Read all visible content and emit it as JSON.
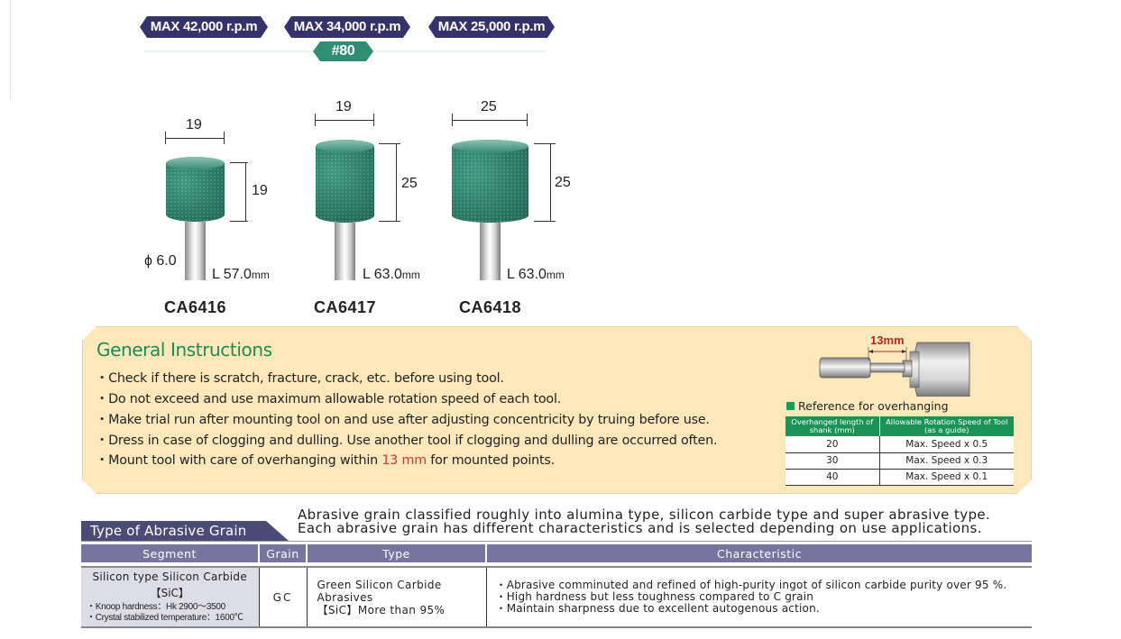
{
  "speed_badges": [
    {
      "label": "MAX 42,000 r.p.m"
    },
    {
      "label": "MAX 34,000 r.p.m"
    },
    {
      "label": "MAX 25,000 r.p.m"
    }
  ],
  "grit_badge": "#80",
  "tools": [
    {
      "code": "CA6416",
      "width": "19",
      "height": "19",
      "length": "L 57.0",
      "length_unit": "mm",
      "shank_dia": "ϕ 6.0"
    },
    {
      "code": "CA6417",
      "width": "19",
      "height": "25",
      "length": "L 63.0",
      "length_unit": "mm"
    },
    {
      "code": "CA6418",
      "width": "25",
      "height": "25",
      "length": "L 63.0",
      "length_unit": "mm"
    }
  ],
  "general_instructions": {
    "title": "General Instructions",
    "items": [
      "・Check if there is scratch, fracture, crack, etc. before using tool.",
      "・Do not exceed and use maximum allowable rotation speed of each tool.",
      "・Make trial run after mounting tool on and use after adjusting concentricity by truing before use.",
      "・Dress in case of clogging and dulling. Use another tool if clogging and dulling are occurred often."
    ],
    "last_item": {
      "before": "・Mount tool with care of overhanging within ",
      "highlight": "13 mm",
      "after": " for mounted points."
    },
    "diagram_label": "13mm",
    "reference": {
      "title": "Reference for overhanging",
      "headers": [
        "Overhanged length of shank (mm)",
        "Allowable Rotation Speed of Tool (as a guide)"
      ],
      "rows": [
        [
          "20",
          "Max. Speed x 0.5"
        ],
        [
          "30",
          "Max. Speed x 0.3"
        ],
        [
          "40",
          "Max. Speed x 0.1"
        ]
      ]
    }
  },
  "abrasive_grain": {
    "title": "Type of Abrasive Grain",
    "description": [
      "Abrasive grain classified roughly into alumina type, silicon carbide type and super abrasive type.",
      "Each abrasive grain has different characteristics and is selected depending on use applications."
    ],
    "headers": [
      "Segment",
      "Grain",
      "Type",
      "Characteristic"
    ],
    "row": {
      "segment_name": "Silicon type Silicon Carbide",
      "segment_formula": "【SiC】",
      "segment_notes": [
        "・Knoop hardness：Hk 2900～3500",
        "・Crystal stabilized temperature：1600℃"
      ],
      "grain": "GC",
      "type": [
        "Green Silicon Carbide",
        "Abrasives",
        "【SiC】More than 95%"
      ],
      "characteristics": [
        "・Abrasive comminuted and refined of high-purity ingot of silicon carbide purity over 95 %.",
        "・High hardness but less toughness compared to C grain",
        "・Maintain sharpness due to excellent autogenous action."
      ]
    }
  },
  "colors": {
    "badge_navy": "#34346a",
    "grit_green": "#2f8d74",
    "panel_bg": "#fde8bb",
    "title_green": "#1f8b53",
    "highlight_red": "#d2372b",
    "table_header_green": "#1a9356",
    "grain_header_purple": "#76759f"
  }
}
